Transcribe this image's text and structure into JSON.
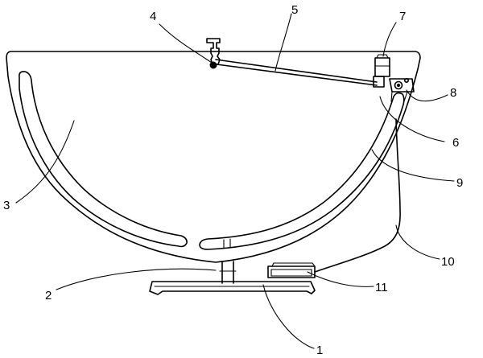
{
  "labels": [
    {
      "id": "n1",
      "text": "1"
    },
    {
      "id": "n2",
      "text": "2"
    },
    {
      "id": "n3",
      "text": "3"
    },
    {
      "id": "n4",
      "text": "4"
    },
    {
      "id": "n5",
      "text": "5"
    },
    {
      "id": "n6",
      "text": "6"
    },
    {
      "id": "n7",
      "text": "7"
    },
    {
      "id": "n8",
      "text": "8"
    },
    {
      "id": "n9",
      "text": "9"
    },
    {
      "id": "n10",
      "text": "10"
    },
    {
      "id": "n11",
      "text": "11"
    }
  ]
}
